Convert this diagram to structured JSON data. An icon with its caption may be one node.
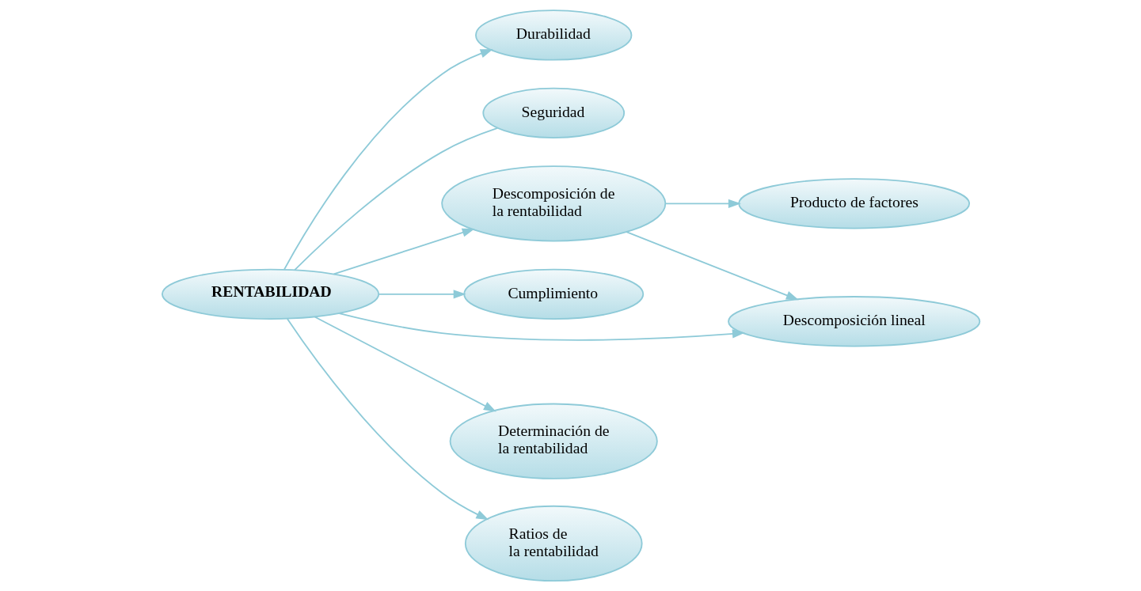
{
  "diagram": {
    "nodes": [
      {
        "text": [
          "Producto de factores"
        ]
      },
      {
        "text": [
          "Durabilidad"
        ]
      },
      {
        "text": [
          "Seguridad"
        ]
      },
      {
        "text": [
          "Descomposición de la rentabilidad"
        ]
      },
      {
        "text": [
          "Cumplimiento"
        ]
      },
      {
        "text": [
          "RENTABILIDAD"
        ]
      },
      {
        "text": [
          "Descomposición lineal"
        ]
      },
      {
        "text": [
          "Determinación de la rentabilidad"
        ]
      },
      {
        "text": [
          "Ratios de la rentabilidad"
        ]
      }
    ],
    "edges": [
      {
        "from": 5,
        "to": 2,
        "arrow": "none"
      },
      {
        "from": 5,
        "to": 1,
        "arrow": "to"
      },
      {
        "from": 5,
        "to": 4,
        "arrow": "to"
      },
      {
        "from": 5,
        "to": 3,
        "arrow": "to"
      },
      {
        "from": 3,
        "to": 0,
        "arrow": "to"
      },
      {
        "from": 3,
        "to": 6,
        "arrow": "to"
      },
      {
        "from": 5,
        "to": 6,
        "arrow": "to"
      },
      {
        "from": 5,
        "to": 7,
        "arrow": "to"
      },
      {
        "from": 5,
        "to": 8,
        "arrow": "to"
      }
    ]
  }
}
